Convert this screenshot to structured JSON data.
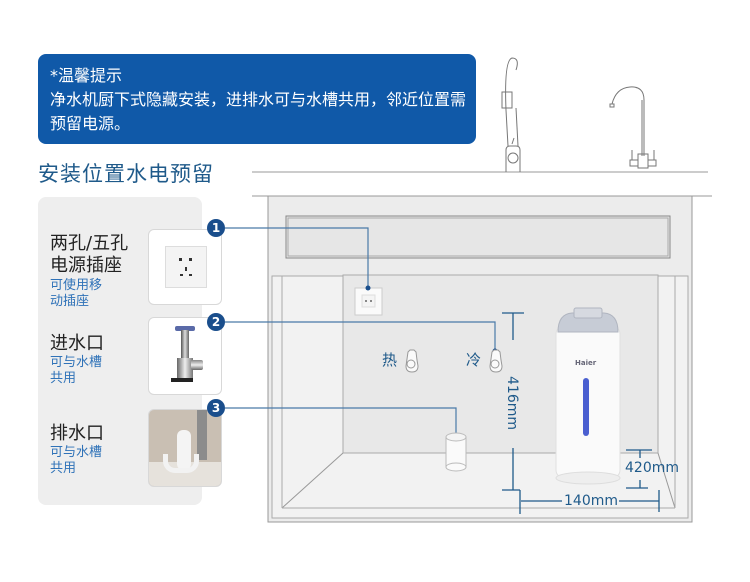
{
  "tip": {
    "title": "*温馨提示",
    "body": "净水机厨下式隐藏安装，进排水可与水槽共用，邻近位置需预留电源。"
  },
  "section_title": "安装位置水电预留",
  "items": [
    {
      "number": "1",
      "label_line1": "两孔/五孔",
      "label_line2": "电源插座",
      "sub_line1": "可使用移",
      "sub_line2": "动插座",
      "icon": "power-socket-icon"
    },
    {
      "number": "2",
      "label_line1": "进水口",
      "sub_line1": "可与水槽",
      "sub_line2": "共用",
      "icon": "angle-valve-icon"
    },
    {
      "number": "3",
      "label_line1": "排水口",
      "sub_line1": "可与水槽",
      "sub_line2": "共用",
      "icon": "drain-pipe-icon"
    }
  ],
  "diagram": {
    "hot_label": "热",
    "cold_label": "冷",
    "height_dim": "416mm",
    "depth_dim": "420mm",
    "width_dim": "140mm",
    "brand": "Haier"
  },
  "colors": {
    "tip_bg": "#1059a8",
    "accent": "#1f5a8a",
    "badge": "#1a4e8c",
    "sub_text": "#2f72b8"
  }
}
